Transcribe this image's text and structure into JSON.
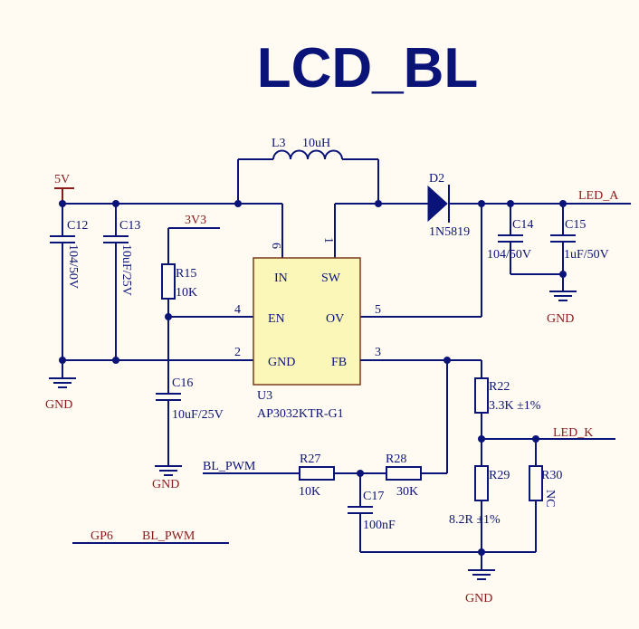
{
  "title": "LCD_BL",
  "colors": {
    "wire": "#0a1478",
    "power": "#8b1a1a",
    "ic_fill": "#fbf7b9",
    "ic_border": "#7a3b1c",
    "background": "#fffaf2"
  },
  "nets": {
    "vin": "5V",
    "v3": "3V3",
    "led_a": "LED_A",
    "led_k": "LED_K",
    "bl_pwm": "BL_PWM",
    "gp6": "GP6",
    "gp6_net": "BL_PWM",
    "gnd": "GND"
  },
  "ic": {
    "ref": "U3",
    "part": "AP3032KTR-G1",
    "pins": {
      "in": {
        "name": "IN",
        "num": "6"
      },
      "sw": {
        "name": "SW",
        "num": "1"
      },
      "en": {
        "name": "EN",
        "num": "4"
      },
      "ov": {
        "name": "OV",
        "num": "5"
      },
      "gnd": {
        "name": "GND",
        "num": "2"
      },
      "fb": {
        "name": "FB",
        "num": "3"
      }
    }
  },
  "components": {
    "l3": {
      "ref": "L3",
      "value": "10uH"
    },
    "d2": {
      "ref": "D2",
      "value": "1N5819"
    },
    "c12": {
      "ref": "C12",
      "value": "104/50V"
    },
    "c13": {
      "ref": "C13",
      "value": "10uF/25V"
    },
    "c14": {
      "ref": "C14",
      "value": "104/50V"
    },
    "c15": {
      "ref": "C15",
      "value": "1uF/50V"
    },
    "c16": {
      "ref": "C16",
      "value": "10uF/25V"
    },
    "c17": {
      "ref": "C17",
      "value": "100nF"
    },
    "r15": {
      "ref": "R15",
      "value": "10K"
    },
    "r22": {
      "ref": "R22",
      "value": "3.3K ±1%"
    },
    "r27": {
      "ref": "R27",
      "value": "10K"
    },
    "r28": {
      "ref": "R28",
      "value": "30K"
    },
    "r29": {
      "ref": "R29",
      "value": "8.2R ±1%"
    },
    "r30": {
      "ref": "R30",
      "value": "NC"
    }
  }
}
